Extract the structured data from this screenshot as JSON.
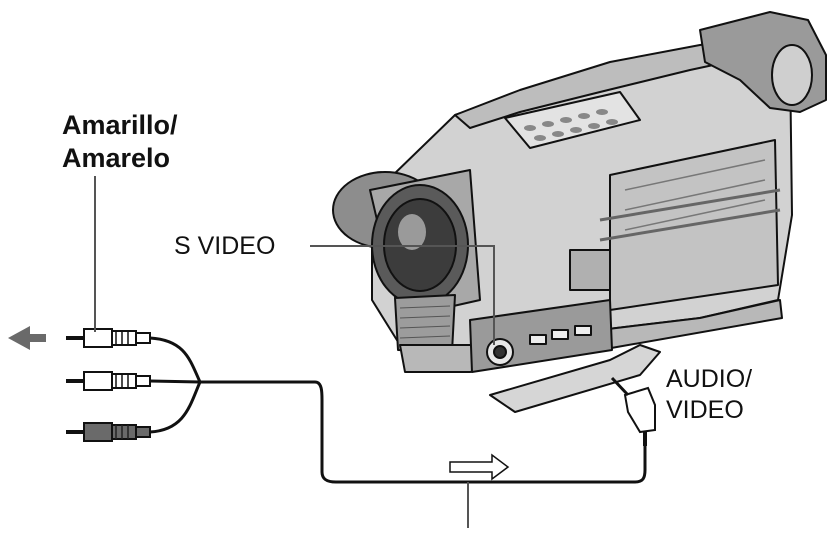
{
  "labels": {
    "yellow_line1": "Amarillo/",
    "yellow_line2": "Amarelo",
    "s_video": "S VIDEO",
    "audio_video_line1": "AUDIO/",
    "audio_video_line2": "VIDEO"
  },
  "colors": {
    "ink": "#111111",
    "background": "#ffffff",
    "body_grey": "#cfcfcf",
    "dark_grey": "#6a6a6a"
  },
  "icons": {
    "signal_arrow_left": "arrow-left-icon",
    "flow_arrow_right": "hollow-arrow-right-icon"
  }
}
